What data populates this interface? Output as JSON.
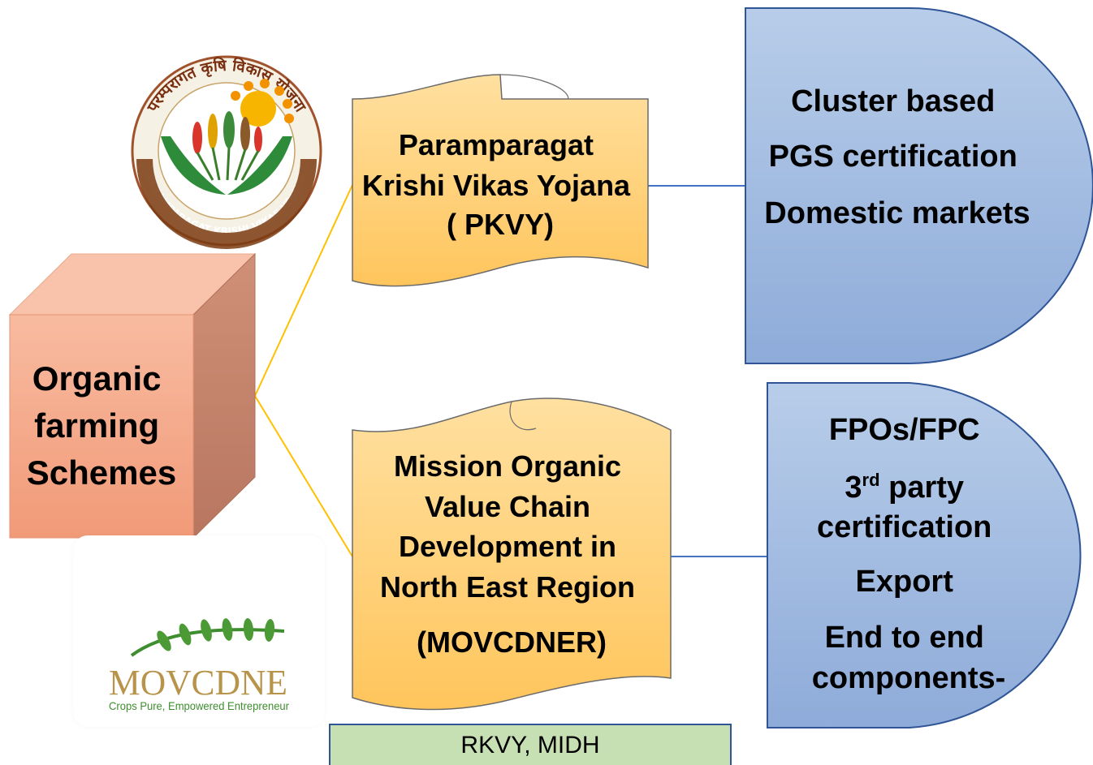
{
  "root": {
    "lines": [
      "Organic",
      "farming",
      "Schemes"
    ]
  },
  "pkvy_logo": {
    "top_text": "परम्परागत कृषि विकास योजना",
    "bottom_text": "PARAMPARAGAT KRISHI VIKAS YOJANA"
  },
  "scheme1": {
    "lines": [
      "Paramparagat",
      "Krishi Vikas Yojana",
      "( PKVY)"
    ]
  },
  "scheme2": {
    "lines": [
      "Mission Organic",
      "Value Chain",
      "Development in",
      "North East Region",
      "(MOVCDNER)"
    ]
  },
  "features1": {
    "lines": [
      "Cluster based",
      "PGS certification",
      "Domestic markets"
    ]
  },
  "features2": {
    "lines": [
      "FPOs/FPC",
      "3rd party",
      "certification",
      "Export",
      "End to end",
      "components-"
    ]
  },
  "movcdne_logo": {
    "wordmark": "MOVCDNE",
    "tagline": "Crops Pure, Empowered Entrepreneur"
  },
  "footer": {
    "label": "RKVY, MIDH"
  },
  "colors": {
    "connector": "#ffc000",
    "link": "#4472c4",
    "cube_front": "#f4a886",
    "cube_side": "#c9866b",
    "cube_top": "#f8c3aa",
    "scroll_fill": "#ffd27f",
    "feature_top": "#b4c7e7",
    "feature_bottom": "#8faadc",
    "footer_fill": "#c6e0b4"
  }
}
